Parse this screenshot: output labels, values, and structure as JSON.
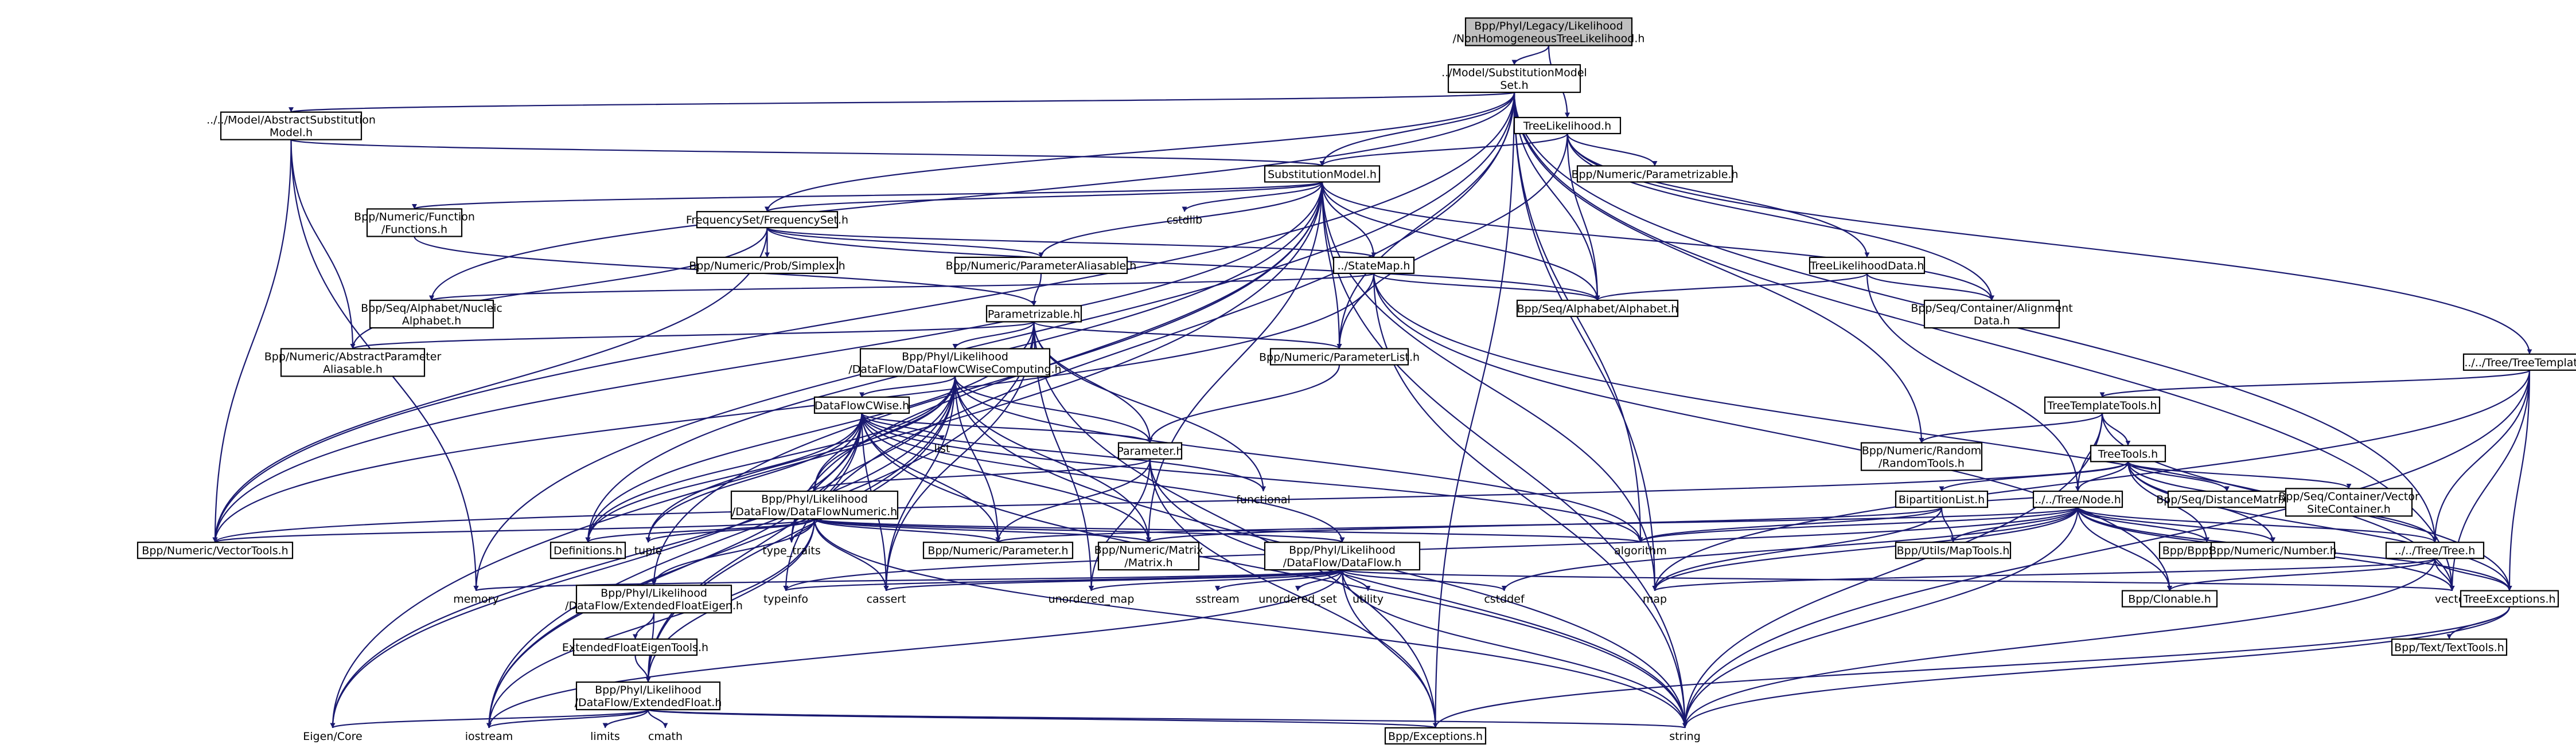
{
  "title": "Bpp/Phyl/Legacy/Likelihood/NonHomogeneousTreeLikelihood.h include dependency graph",
  "colors": {
    "root_fill": "#bfbfbf",
    "node_fill": "#ffffff",
    "edge": "#191970",
    "border": "#000000"
  },
  "nodes": [
    {
      "id": "root",
      "lines": [
        "Bpp/Phyl/Legacy/Likelihood",
        "/NonHomogeneousTreeLikelihood.h"
      ],
      "root": true
    },
    {
      "id": "subst_set",
      "lines": [
        "../Model/SubstitutionModel",
        "Set.h"
      ]
    },
    {
      "id": "abs_subst",
      "lines": [
        "../../Model/AbstractSubstitution",
        "Model.h"
      ]
    },
    {
      "id": "tree_lik",
      "lines": [
        "TreeLikelihood.h"
      ]
    },
    {
      "id": "subst_model",
      "lines": [
        "SubstitutionModel.h"
      ]
    },
    {
      "id": "num_param_h",
      "lines": [
        "Bpp/Numeric/Parametrizable.h"
      ]
    },
    {
      "id": "num_function",
      "lines": [
        "Bpp/Numeric/Function",
        "/Functions.h"
      ]
    },
    {
      "id": "freq_set",
      "lines": [
        "FrequencySet/FrequencySet.h"
      ]
    },
    {
      "id": "cstdlib",
      "lines": [
        "cstdlib"
      ],
      "plain": true
    },
    {
      "id": "tree_lik_data",
      "lines": [
        "TreeLikelihoodData.h"
      ]
    },
    {
      "id": "prob_simplex",
      "lines": [
        "Bpp/Numeric/Prob/Simplex.h"
      ]
    },
    {
      "id": "param_aliasable",
      "lines": [
        "Bpp/Numeric/ParameterAliasable.h"
      ]
    },
    {
      "id": "state_map",
      "lines": [
        "../StateMap.h"
      ]
    },
    {
      "id": "seq_nucleic",
      "lines": [
        "Bpp/Seq/Alphabet/Nucleic",
        "Alphabet.h"
      ]
    },
    {
      "id": "seq_alphabet",
      "lines": [
        "Bpp/Seq/Alphabet/Alphabet.h"
      ]
    },
    {
      "id": "seq_alignment",
      "lines": [
        "Bpp/Seq/Container/Alignment",
        "Data.h"
      ]
    },
    {
      "id": "parametrizable",
      "lines": [
        "Parametrizable.h"
      ]
    },
    {
      "id": "tree_template",
      "lines": [
        "../../Tree/TreeTemplate.h"
      ]
    },
    {
      "id": "abs_param_alias",
      "lines": [
        "Bpp/Numeric/AbstractParameter",
        "Aliasable.h"
      ]
    },
    {
      "id": "df_cwise_comp",
      "lines": [
        "Bpp/Phyl/Likelihood",
        "/DataFlow/DataFlowCWiseComputing.h"
      ]
    },
    {
      "id": "param_list",
      "lines": [
        "Bpp/Numeric/ParameterList.h"
      ]
    },
    {
      "id": "tree_template_tools",
      "lines": [
        "TreeTemplateTools.h"
      ]
    },
    {
      "id": "df_cwise",
      "lines": [
        "DataFlowCWise.h"
      ]
    },
    {
      "id": "list",
      "lines": [
        "list"
      ],
      "plain": true
    },
    {
      "id": "random_tools",
      "lines": [
        "Bpp/Numeric/Random",
        "/RandomTools.h"
      ]
    },
    {
      "id": "parameter",
      "lines": [
        "Parameter.h"
      ]
    },
    {
      "id": "tree_tools",
      "lines": [
        "TreeTools.h"
      ]
    },
    {
      "id": "functional",
      "lines": [
        "functional"
      ],
      "plain": true
    },
    {
      "id": "bipartition",
      "lines": [
        "BipartitionList.h"
      ]
    },
    {
      "id": "seq_distance",
      "lines": [
        "Bpp/Seq/DistanceMatrix.h"
      ]
    },
    {
      "id": "seq_vector_site",
      "lines": [
        "Bpp/Seq/Container/Vector",
        "SiteContainer.h"
      ]
    },
    {
      "id": "df_numeric",
      "lines": [
        "Bpp/Phyl/Likelihood",
        "/DataFlow/DataFlowNumeric.h"
      ]
    },
    {
      "id": "tree_node",
      "lines": [
        "../../Tree/Node.h"
      ]
    },
    {
      "id": "definitions",
      "lines": [
        "Definitions.h"
      ]
    },
    {
      "id": "tuple",
      "lines": [
        "tuple"
      ],
      "plain": true
    },
    {
      "id": "type_traits",
      "lines": [
        "type_traits"
      ],
      "plain": true
    },
    {
      "id": "numeric_parameter",
      "lines": [
        "Bpp/Numeric/Parameter.h"
      ]
    },
    {
      "id": "numeric_matrix",
      "lines": [
        "Bpp/Numeric/Matrix",
        "/Matrix.h"
      ]
    },
    {
      "id": "df_dataflow",
      "lines": [
        "Bpp/Phyl/Likelihood",
        "/DataFlow/DataFlow.h"
      ]
    },
    {
      "id": "algorithm",
      "lines": [
        "algorithm"
      ],
      "plain": true
    },
    {
      "id": "utils_maptools",
      "lines": [
        "Bpp/Utils/MapTools.h"
      ]
    },
    {
      "id": "bpp_string",
      "lines": [
        "Bpp/BppString.h"
      ]
    },
    {
      "id": "numeric_number",
      "lines": [
        "Bpp/Numeric/Number.h"
      ]
    },
    {
      "id": "tree_tree",
      "lines": [
        "../../Tree/Tree.h"
      ]
    },
    {
      "id": "vector_tools",
      "lines": [
        "Bpp/Numeric/VectorTools.h"
      ]
    },
    {
      "id": "memory",
      "lines": [
        "memory"
      ],
      "plain": true
    },
    {
      "id": "df_ext_eigen",
      "lines": [
        "Bpp/Phyl/Likelihood",
        "/DataFlow/ExtendedFloatEigen.h"
      ]
    },
    {
      "id": "typeinfo",
      "lines": [
        "typeinfo"
      ],
      "plain": true
    },
    {
      "id": "cassert",
      "lines": [
        "cassert"
      ],
      "plain": true
    },
    {
      "id": "unordered_map",
      "lines": [
        "unordered_map"
      ],
      "plain": true
    },
    {
      "id": "sstream",
      "lines": [
        "sstream"
      ],
      "plain": true
    },
    {
      "id": "unordered_set",
      "lines": [
        "unordered_set"
      ],
      "plain": true
    },
    {
      "id": "utility",
      "lines": [
        "utility"
      ],
      "plain": true
    },
    {
      "id": "cstddef",
      "lines": [
        "cstddef"
      ],
      "plain": true
    },
    {
      "id": "map",
      "lines": [
        "map"
      ],
      "plain": true
    },
    {
      "id": "clonable",
      "lines": [
        "Bpp/Clonable.h"
      ]
    },
    {
      "id": "vector",
      "lines": [
        "vector"
      ],
      "plain": true
    },
    {
      "id": "tree_exceptions",
      "lines": [
        "TreeExceptions.h"
      ]
    },
    {
      "id": "ext_float_eigen_tools",
      "lines": [
        "ExtendedFloatEigenTools.h"
      ]
    },
    {
      "id": "text_tools",
      "lines": [
        "Bpp/Text/TextTools.h"
      ]
    },
    {
      "id": "df_ext_float",
      "lines": [
        "Bpp/Phyl/Likelihood",
        "/DataFlow/ExtendedFloat.h"
      ]
    },
    {
      "id": "eigen_core",
      "lines": [
        "Eigen/Core"
      ],
      "plain": true
    },
    {
      "id": "iostream",
      "lines": [
        "iostream"
      ],
      "plain": true
    },
    {
      "id": "limits",
      "lines": [
        "limits"
      ],
      "plain": true
    },
    {
      "id": "cmath",
      "lines": [
        "cmath"
      ],
      "plain": true
    },
    {
      "id": "bpp_exceptions",
      "lines": [
        "Bpp/Exceptions.h"
      ]
    },
    {
      "id": "string",
      "lines": [
        "string"
      ],
      "plain": true
    }
  ],
  "edges": [
    [
      "root",
      "subst_set"
    ],
    [
      "root",
      "tree_lik"
    ],
    [
      "subst_set",
      "abs_subst"
    ],
    [
      "subst_set",
      "subst_model"
    ],
    [
      "subst_set",
      "freq_set"
    ],
    [
      "subst_set",
      "seq_nucleic"
    ],
    [
      "subst_set",
      "seq_alphabet"
    ],
    [
      "subst_set",
      "vector_tools"
    ],
    [
      "subst_set",
      "random_tools"
    ],
    [
      "subst_set",
      "tree_tree"
    ],
    [
      "subst_set",
      "memory"
    ],
    [
      "subst_set",
      "typeinfo"
    ],
    [
      "subst_set",
      "algorithm"
    ],
    [
      "subst_set",
      "map"
    ],
    [
      "subst_set",
      "bpp_exceptions"
    ],
    [
      "subst_set",
      "vector"
    ],
    [
      "subst_set",
      "param_list"
    ],
    [
      "abs_subst",
      "subst_model"
    ],
    [
      "abs_subst",
      "abs_param_alias"
    ],
    [
      "abs_subst",
      "vector_tools"
    ],
    [
      "abs_subst",
      "memory"
    ],
    [
      "tree_lik",
      "subst_model"
    ],
    [
      "tree_lik",
      "num_param_h"
    ],
    [
      "tree_lik",
      "tree_lik_data"
    ],
    [
      "tree_lik",
      "seq_alignment"
    ],
    [
      "tree_lik",
      "seq_alphabet"
    ],
    [
      "tree_lik",
      "tree_template"
    ],
    [
      "tree_lik",
      "param_list"
    ],
    [
      "subst_model",
      "num_function"
    ],
    [
      "subst_model",
      "freq_set"
    ],
    [
      "subst_model",
      "cstdlib"
    ],
    [
      "subst_model",
      "state_map"
    ],
    [
      "subst_model",
      "param_aliasable"
    ],
    [
      "subst_model",
      "seq_alphabet"
    ],
    [
      "subst_model",
      "seq_alignment"
    ],
    [
      "subst_model",
      "vector_tools"
    ],
    [
      "subst_model",
      "param_list"
    ],
    [
      "subst_model",
      "numeric_matrix"
    ],
    [
      "subst_model",
      "definitions"
    ],
    [
      "subst_model",
      "eigen_core"
    ],
    [
      "subst_model",
      "df_ext_eigen"
    ],
    [
      "subst_model",
      "map"
    ],
    [
      "subst_model",
      "string"
    ],
    [
      "subst_model",
      "type_traits"
    ],
    [
      "num_function",
      "parametrizable"
    ],
    [
      "freq_set",
      "prob_simplex"
    ],
    [
      "freq_set",
      "param_aliasable"
    ],
    [
      "freq_set",
      "state_map"
    ],
    [
      "freq_set",
      "seq_alphabet"
    ],
    [
      "freq_set",
      "vector_tools"
    ],
    [
      "freq_set",
      "abs_param_alias"
    ],
    [
      "tree_lik_data",
      "seq_alphabet"
    ],
    [
      "tree_lik_data",
      "seq_alignment"
    ],
    [
      "tree_lik_data",
      "tree_node"
    ],
    [
      "param_aliasable",
      "parametrizable"
    ],
    [
      "state_map",
      "seq_nucleic"
    ],
    [
      "state_map",
      "seq_alphabet"
    ],
    [
      "state_map",
      "vector_tools"
    ],
    [
      "state_map",
      "clonable"
    ],
    [
      "state_map",
      "string"
    ],
    [
      "state_map",
      "vector"
    ],
    [
      "parametrizable",
      "abs_param_alias"
    ],
    [
      "parametrizable",
      "df_cwise_comp"
    ],
    [
      "parametrizable",
      "param_list"
    ],
    [
      "parametrizable",
      "parameter"
    ],
    [
      "parametrizable",
      "functional"
    ],
    [
      "parametrizable",
      "definitions"
    ],
    [
      "parametrizable",
      "unordered_map"
    ],
    [
      "parametrizable",
      "cassert"
    ],
    [
      "parametrizable",
      "iostream"
    ],
    [
      "parametrizable",
      "bpp_exceptions"
    ],
    [
      "tree_template",
      "tree_template_tools"
    ],
    [
      "tree_template",
      "tree_tree"
    ],
    [
      "tree_template",
      "tree_exceptions"
    ],
    [
      "tree_template",
      "vector"
    ],
    [
      "tree_template",
      "string"
    ],
    [
      "tree_template",
      "map"
    ],
    [
      "df_cwise_comp",
      "df_cwise"
    ],
    [
      "df_cwise_comp",
      "parameter"
    ],
    [
      "df_cwise_comp",
      "df_numeric"
    ],
    [
      "df_cwise_comp",
      "numeric_matrix"
    ],
    [
      "df_cwise_comp",
      "definitions"
    ],
    [
      "df_cwise_comp",
      "tuple"
    ],
    [
      "df_cwise_comp",
      "type_traits"
    ],
    [
      "df_cwise_comp",
      "algorithm"
    ],
    [
      "df_cwise_comp",
      "string"
    ],
    [
      "df_cwise_comp",
      "cassert"
    ],
    [
      "df_cwise_comp",
      "numeric_parameter"
    ],
    [
      "df_cwise_comp",
      "df_ext_float"
    ],
    [
      "df_cwise_comp",
      "iostream"
    ],
    [
      "df_cwise_comp",
      "eigen_core"
    ],
    [
      "param_list",
      "parameter"
    ],
    [
      "tree_template_tools",
      "tree_tools"
    ],
    [
      "tree_template_tools",
      "random_tools"
    ],
    [
      "tree_template_tools",
      "tree_node"
    ],
    [
      "tree_template_tools",
      "string"
    ],
    [
      "tree_template_tools",
      "tree_exceptions"
    ],
    [
      "df_cwise",
      "list"
    ],
    [
      "df_cwise",
      "parameter"
    ],
    [
      "df_cwise",
      "df_numeric"
    ],
    [
      "df_cwise",
      "definitions"
    ],
    [
      "df_cwise",
      "tuple"
    ],
    [
      "df_cwise",
      "type_traits"
    ],
    [
      "df_cwise",
      "numeric_parameter"
    ],
    [
      "df_cwise",
      "numeric_matrix"
    ],
    [
      "df_cwise",
      "algorithm"
    ],
    [
      "df_cwise",
      "df_ext_float"
    ],
    [
      "df_cwise",
      "iostream"
    ],
    [
      "df_cwise",
      "eigen_core"
    ],
    [
      "df_cwise",
      "cassert"
    ],
    [
      "df_cwise",
      "string"
    ],
    [
      "df_cwise",
      "functional"
    ],
    [
      "df_cwise",
      "df_dataflow"
    ],
    [
      "parameter",
      "df_numeric"
    ],
    [
      "parameter",
      "numeric_parameter"
    ],
    [
      "parameter",
      "unordered_map"
    ],
    [
      "parameter",
      "bpp_exceptions"
    ],
    [
      "parameter",
      "string"
    ],
    [
      "tree_tools",
      "bipartition"
    ],
    [
      "tree_tools",
      "tree_node"
    ],
    [
      "tree_tools",
      "seq_distance"
    ],
    [
      "tree_tools",
      "seq_vector_site"
    ],
    [
      "tree_tools",
      "tree_tree"
    ],
    [
      "tree_tools",
      "vector_tools"
    ],
    [
      "tree_tools",
      "tree_exceptions"
    ],
    [
      "tree_tools",
      "bpp_string"
    ],
    [
      "tree_tools",
      "numeric_number"
    ],
    [
      "bipartition",
      "tree_node"
    ],
    [
      "bipartition",
      "utils_maptools"
    ],
    [
      "bipartition",
      "numeric_matrix"
    ],
    [
      "bipartition",
      "map"
    ],
    [
      "bipartition",
      "algorithm"
    ],
    [
      "df_numeric",
      "definitions"
    ],
    [
      "df_numeric",
      "tuple"
    ],
    [
      "df_numeric",
      "type_traits"
    ],
    [
      "df_numeric",
      "numeric_parameter"
    ],
    [
      "df_numeric",
      "numeric_matrix"
    ],
    [
      "df_numeric",
      "df_dataflow"
    ],
    [
      "df_numeric",
      "algorithm"
    ],
    [
      "df_numeric",
      "vector_tools"
    ],
    [
      "df_numeric",
      "df_ext_eigen"
    ],
    [
      "df_numeric",
      "df_ext_float"
    ],
    [
      "df_numeric",
      "cassert"
    ],
    [
      "df_numeric",
      "string"
    ],
    [
      "df_numeric",
      "iostream"
    ],
    [
      "tree_node",
      "tree_tree"
    ],
    [
      "tree_node",
      "utils_maptools"
    ],
    [
      "tree_node",
      "bpp_string"
    ],
    [
      "tree_node",
      "numeric_number"
    ],
    [
      "tree_node",
      "clonable"
    ],
    [
      "tree_node",
      "map"
    ],
    [
      "tree_node",
      "string"
    ],
    [
      "tree_node",
      "vector"
    ],
    [
      "tree_node",
      "cstddef"
    ],
    [
      "tree_node",
      "tree_exceptions"
    ],
    [
      "tree_node",
      "algorithm"
    ],
    [
      "tree_node",
      "typeinfo"
    ],
    [
      "tree_node",
      "numeric_parameter"
    ],
    [
      "df_dataflow",
      "memory"
    ],
    [
      "df_dataflow",
      "typeinfo"
    ],
    [
      "df_dataflow",
      "cassert"
    ],
    [
      "df_dataflow",
      "unordered_map"
    ],
    [
      "df_dataflow",
      "sstream"
    ],
    [
      "df_dataflow",
      "unordered_set"
    ],
    [
      "df_dataflow",
      "utility"
    ],
    [
      "df_dataflow",
      "cstddef"
    ],
    [
      "df_dataflow",
      "vector"
    ],
    [
      "df_dataflow",
      "string"
    ],
    [
      "df_dataflow",
      "iostream"
    ],
    [
      "df_dataflow",
      "bpp_exceptions"
    ],
    [
      "tree_tree",
      "clonable"
    ],
    [
      "tree_tree",
      "vector"
    ],
    [
      "tree_tree",
      "tree_exceptions"
    ],
    [
      "tree_tree",
      "map"
    ],
    [
      "tree_tree",
      "string"
    ],
    [
      "tree_exceptions",
      "text_tools"
    ],
    [
      "tree_exceptions",
      "bpp_exceptions"
    ],
    [
      "tree_exceptions",
      "string"
    ],
    [
      "df_ext_eigen",
      "ext_float_eigen_tools"
    ],
    [
      "df_ext_eigen",
      "df_ext_float"
    ],
    [
      "ext_float_eigen_tools",
      "df_ext_float"
    ],
    [
      "df_ext_float",
      "eigen_core"
    ],
    [
      "df_ext_float",
      "iostream"
    ],
    [
      "df_ext_float",
      "limits"
    ],
    [
      "df_ext_float",
      "cmath"
    ],
    [
      "df_ext_float",
      "bpp_exceptions"
    ],
    [
      "df_ext_float",
      "string"
    ]
  ]
}
